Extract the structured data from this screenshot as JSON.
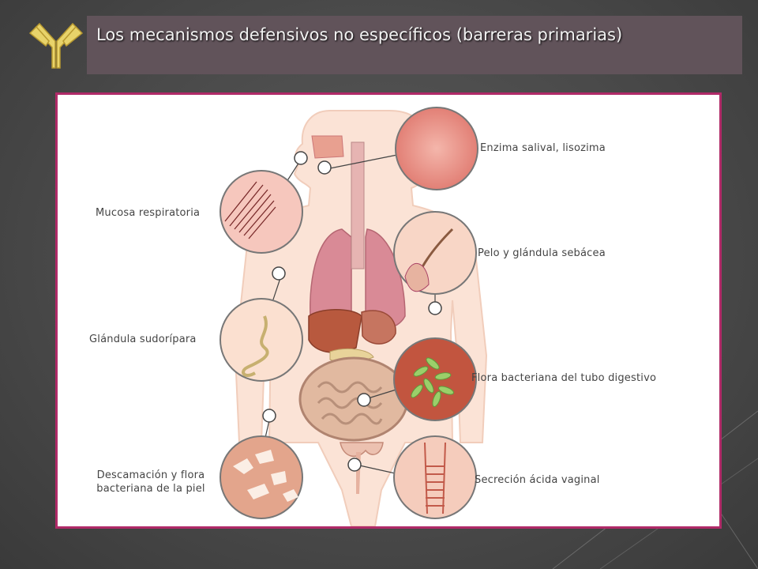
{
  "slide": {
    "title": "Los mecanismos defensivos no específicos (barreras primarias)"
  },
  "figure": {
    "labels": {
      "enzima": "Enzima salival, lisozima",
      "mucosa": "Mucosa respiratoria",
      "pelo": "Pelo y glándula sebácea",
      "glandula": "Glándula sudorípara",
      "flora": "Flora bacteriana del tubo digestivo",
      "descamacion_1": "Descamación y flora",
      "descamacion_2": "bacteriana de la piel",
      "secrecion": "Secreción ácida vaginal"
    }
  },
  "colors": {
    "title_bar": "#61535a",
    "frame_border": "#b02a68",
    "logo": "#e8d36a"
  },
  "icons": {
    "logo": "antibody-icon"
  }
}
